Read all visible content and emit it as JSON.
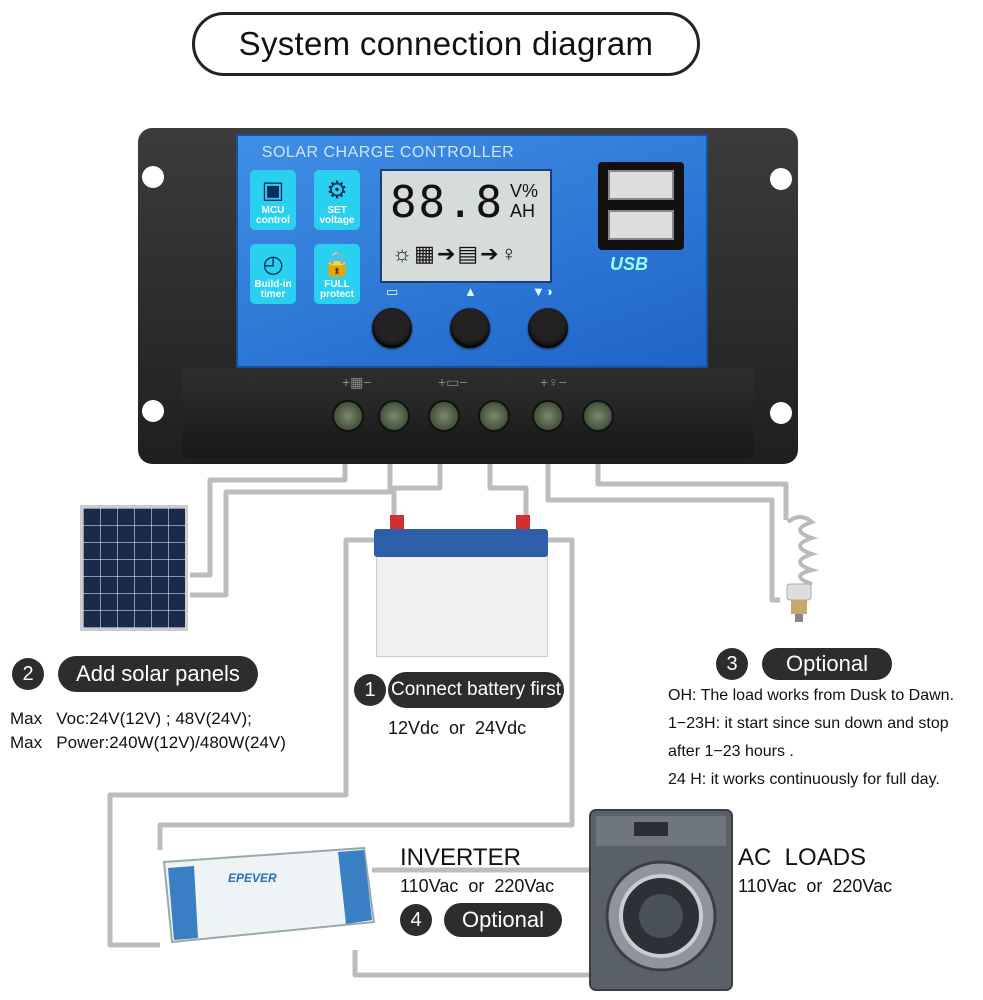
{
  "title": "System connection diagram",
  "controller": {
    "panel_title": "SOLAR CHARGE CONTROLLER",
    "tiles": [
      {
        "icon": "chip-icon",
        "glyph": "▣",
        "label": "MCU control"
      },
      {
        "icon": "gear-icon",
        "glyph": "⚙",
        "label": "SET voltage"
      },
      {
        "icon": "clock-icon",
        "glyph": "◴",
        "label": "Build-in timer"
      },
      {
        "icon": "lock-icon",
        "glyph": "🔒",
        "label": "FULL protect"
      }
    ],
    "lcd_digits": "88.8",
    "lcd_unit_top": "V%",
    "lcd_unit_bottom": "AH",
    "usb_label": "USB"
  },
  "steps": {
    "solar": {
      "number": "2",
      "label": "Add solar panels",
      "spec_lines": [
        "Max   Voc:24V(12V) ; 48V(24V);",
        "Max   Power:240W(12V)/480W(24V)"
      ]
    },
    "battery": {
      "number": "1",
      "label": "Connect battery first",
      "voltage": "12Vdc  or  24Vdc"
    },
    "load": {
      "number": "3",
      "label": "Optional",
      "notes": [
        "OH: The load works from Dusk to Dawn.",
        "1−23H: it start since sun down and stop",
        "after 1−23 hours .",
        "24 H: it works continuously for full day."
      ]
    },
    "inverter": {
      "number": "4",
      "label": "Optional",
      "title": "INVERTER",
      "voltage": "110Vac  or  220Vac"
    },
    "ac_loads": {
      "title": "AC  LOADS",
      "voltage": "110Vac  or  220Vac"
    }
  },
  "inverter_brand": "EPEVER",
  "colors": {
    "panel_blue": "#2f7ad8",
    "tile_cyan": "#2ad0f0",
    "badge_dark": "#2d2d2d",
    "wire": "#c8c8c8"
  }
}
